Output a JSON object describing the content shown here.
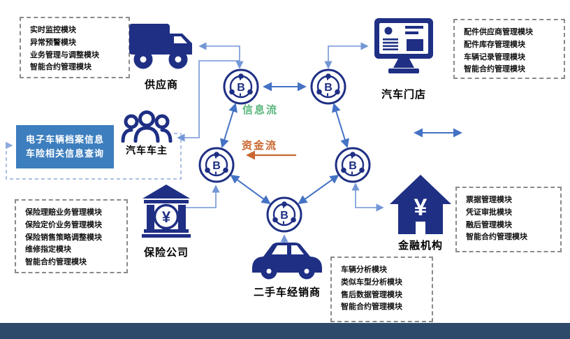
{
  "palette": {
    "icon_navy": "#1E2F84",
    "arrow_blue": "#4472C4",
    "elbow_blue": "#7396D5",
    "dashed_connector_blue": "#8FAADC",
    "info_flow_green": "#5CB87F",
    "funds_flow_orange": "#C9662F",
    "info_box_bg": "#3D7EBE",
    "footer_bar": "#2E4A6B",
    "dashed_border_gray": "#8A8A8A"
  },
  "entities": {
    "supplier": {
      "label": "供应商"
    },
    "car_store": {
      "label": "汽车门店"
    },
    "car_owner": {
      "label": "汽车车主"
    },
    "insurance": {
      "label": "保险公司"
    },
    "used_car_dealer": {
      "label": "二手车经销商"
    },
    "financial": {
      "label": "金融机构"
    }
  },
  "module_boxes": {
    "supplier": {
      "lines": [
        "实时监控模块",
        "异常预警模块",
        "业务管理与调整模块",
        "智能合约管理模块"
      ]
    },
    "car_store": {
      "lines": [
        "配件供应商管理模块",
        "配件库存管理模块",
        "车辆记录管理模块",
        "智能合约管理模块"
      ]
    },
    "insurance": {
      "lines": [
        "保险理赔业务管理模块",
        "保险定价业务管理模块",
        "保险销售策略调整模块",
        "维修指定模块",
        "智能合约管理模块"
      ]
    },
    "financial": {
      "lines": [
        "票据管理模块",
        "凭证审批模块",
        "融后管理模块",
        "智能合约管理模块"
      ]
    },
    "dealer": {
      "lines": [
        "车辆分析模块",
        "类似车型分析模块",
        "售后数据管理模块",
        "智能合约管理模块"
      ]
    }
  },
  "info_box": {
    "lines": [
      "电子车辆档案信息",
      "车险相关信息查询"
    ]
  },
  "flows": {
    "information": "信息流",
    "funds": "资金流"
  },
  "node_symbol": "B",
  "glyphs": {
    "yen": "¥"
  }
}
